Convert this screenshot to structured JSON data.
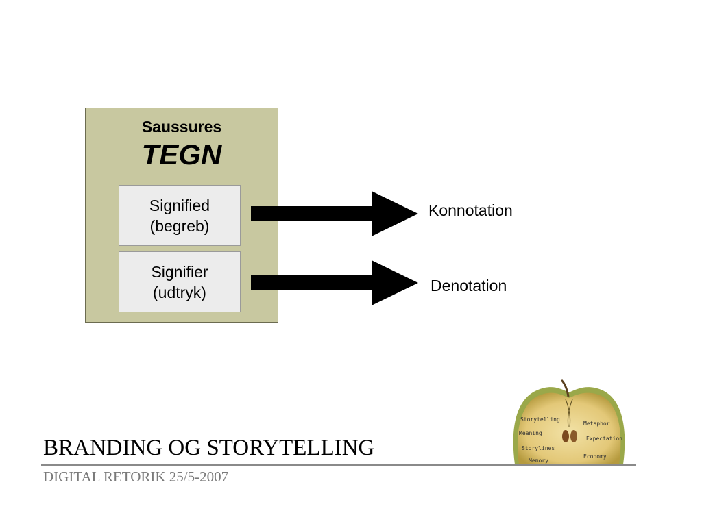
{
  "diagram": {
    "box_title": "Saussures",
    "box_name": "TEGN",
    "signified": {
      "line1": "Signified",
      "line2": "(begreb)"
    },
    "signifier": {
      "line1": "Signifier",
      "line2": "(udtryk)"
    },
    "arrow_labels": {
      "top": "Konnotation",
      "bottom": "Denotation"
    }
  },
  "apple_image": {
    "words_left": [
      "Storytelling",
      "Meaning",
      "Storylines",
      "Memory"
    ],
    "words_right": [
      "Metaphor",
      "Expectation",
      "Economy"
    ]
  },
  "footer": {
    "title": "BRANDING OG STORYTELLING",
    "subtitle": "DIGITAL RETORIK 25/5-2007"
  },
  "colors": {
    "box_fill": "#c8c8a0",
    "inner_fill": "#ececec",
    "arrow": "#000000",
    "subtitle": "#7a7a7a"
  }
}
